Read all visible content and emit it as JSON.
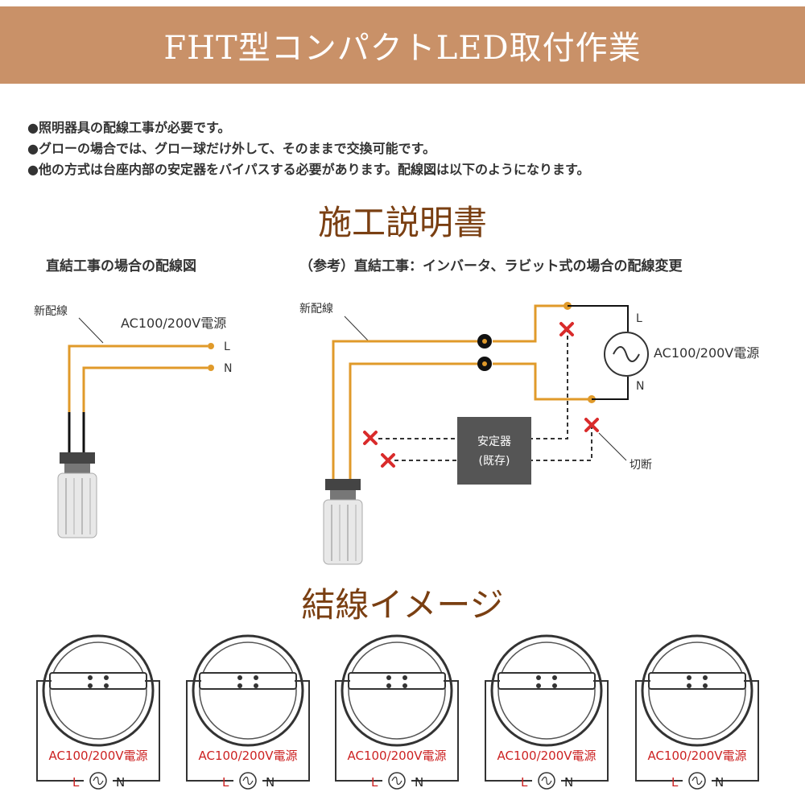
{
  "banner": {
    "title": "FHT型コンパクトLED取付作業"
  },
  "notes": [
    "●照明器具の配線工事が必要です。",
    "●グローの場合では、グロー球だけ外して、そのままで交換可能です。",
    "●他の方式は台座内部の安定器をバイパスする必要があります。配線図は以下のようになります。"
  ],
  "section1": {
    "title": "施工説明書"
  },
  "diagram_left": {
    "title": "直結工事の場合の配線図",
    "new_wiring": "新配線",
    "power_source": "AC100/200V電源",
    "l_label": "L",
    "n_label": "N"
  },
  "diagram_right": {
    "title": "（参考）直結工事：インバータ、ラビット式の場合の配線変更",
    "new_wiring": "新配線",
    "power_source": "AC100/200V電源",
    "l_label": "L",
    "n_label": "N",
    "ballast_line1": "安定器",
    "ballast_line2": "(既存)",
    "cut_label": "切断"
  },
  "section2": {
    "title": "結線イメージ"
  },
  "wiring_images": [
    {
      "power_label": "AC100/200V電源",
      "l_label": "L",
      "n_label": "N"
    },
    {
      "power_label": "AC100/200V電源",
      "l_label": "L",
      "n_label": "N"
    },
    {
      "power_label": "AC100/200V電源",
      "l_label": "L",
      "n_label": "N"
    },
    {
      "power_label": "AC100/200V電源",
      "l_label": "L",
      "n_label": "N"
    },
    {
      "power_label": "AC100/200V電源",
      "l_label": "L",
      "n_label": "N"
    }
  ],
  "colors": {
    "banner": "#c99168",
    "wire": "#e09a2a",
    "section_title": "#7a3f12",
    "cut_mark": "#d92b2b",
    "ballast": "#555555"
  }
}
